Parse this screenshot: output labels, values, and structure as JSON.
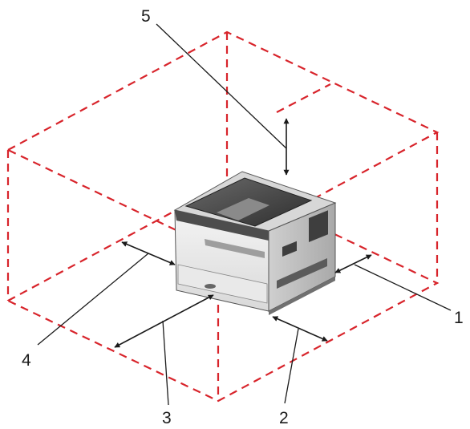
{
  "figure": {
    "kind": "printer clearance diagram",
    "box_color": "#d8242b",
    "callouts": [
      {
        "id": "1",
        "label": "1"
      },
      {
        "id": "2",
        "label": "2"
      },
      {
        "id": "3",
        "label": "3"
      },
      {
        "id": "4",
        "label": "4"
      },
      {
        "id": "5",
        "label": "5"
      }
    ]
  }
}
